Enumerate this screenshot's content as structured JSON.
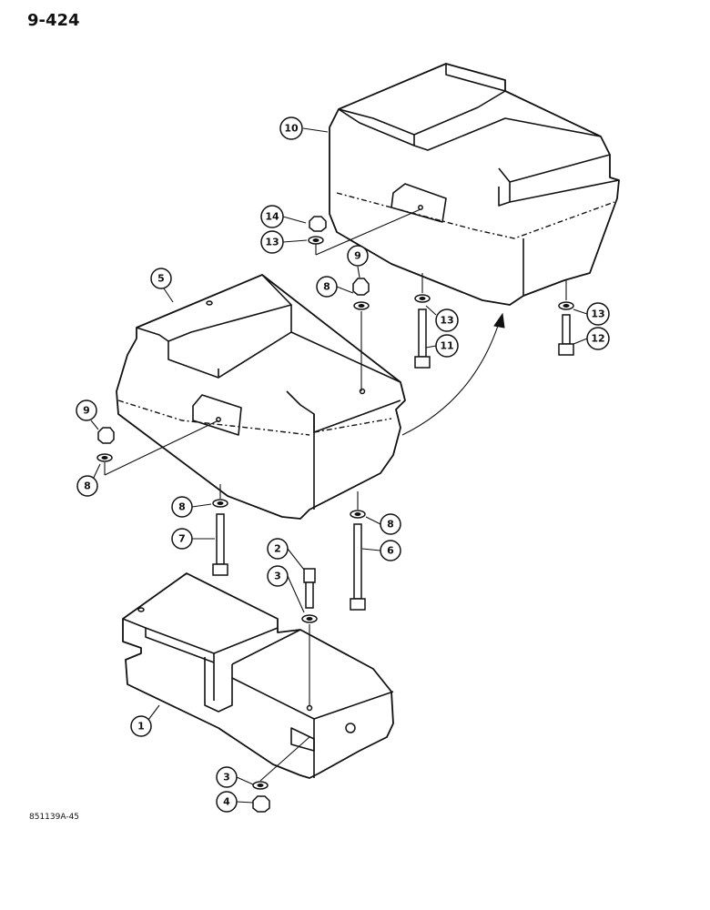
{
  "header": {
    "page_number": "9-424"
  },
  "footer": {
    "figure_code": "851139A-45"
  },
  "callouts": {
    "c1": "1",
    "c2": "2",
    "c3a": "3",
    "c3b": "3",
    "c4": "4",
    "c5": "5",
    "c6": "6",
    "c7": "7",
    "c8a": "8",
    "c8b": "8",
    "c8c": "8",
    "c8d": "8",
    "c9a": "9",
    "c9b": "9",
    "c10": "10",
    "c11": "11",
    "c12": "12",
    "c13a": "13",
    "c13b": "13",
    "c13c": "13",
    "c14": "14"
  }
}
